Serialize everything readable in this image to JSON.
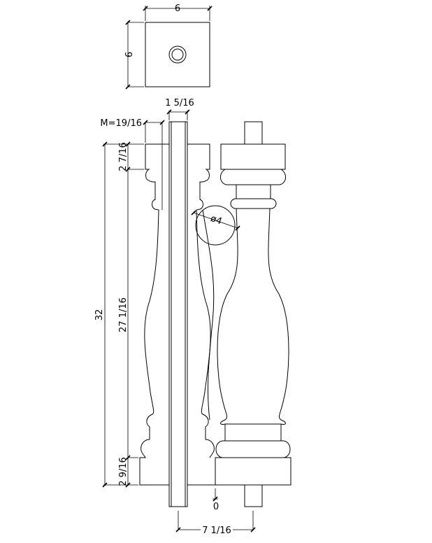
{
  "drawing": {
    "plan_view": {
      "width_label": "6",
      "depth_label": "6"
    },
    "elevation": {
      "rail_width_label": "1 5/16",
      "margin_label": "M=19/16",
      "total_height_label": "32",
      "top_block_label": "2 7/16",
      "body_label": "27 1/16",
      "bottom_block_label": "2 9/16",
      "diameter_label": "ø4",
      "zero_label": "0",
      "spacing_label": "7 1/16"
    },
    "colors": {
      "line": "#000000",
      "background": "#ffffff"
    }
  }
}
